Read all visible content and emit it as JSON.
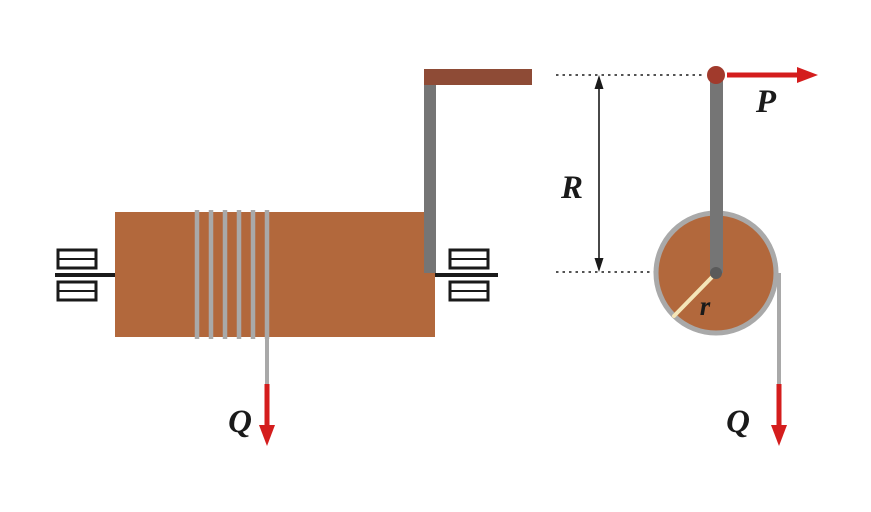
{
  "figure": {
    "labels": {
      "load_left": "Q",
      "load_right": "Q",
      "effort": "P",
      "crank_radius": "R",
      "drum_radius": "r"
    },
    "colors": {
      "background": "#ffffff",
      "drum": "#b2683c",
      "handle": "#8e4b36",
      "crank": "#757575",
      "rope": "#a9a9a9",
      "arrow": "#d41d1d",
      "ink": "#1a1a1a",
      "radius_line": "#f5e6b8",
      "hub": "#5a5a5a",
      "knob": "#a13a2c"
    }
  }
}
